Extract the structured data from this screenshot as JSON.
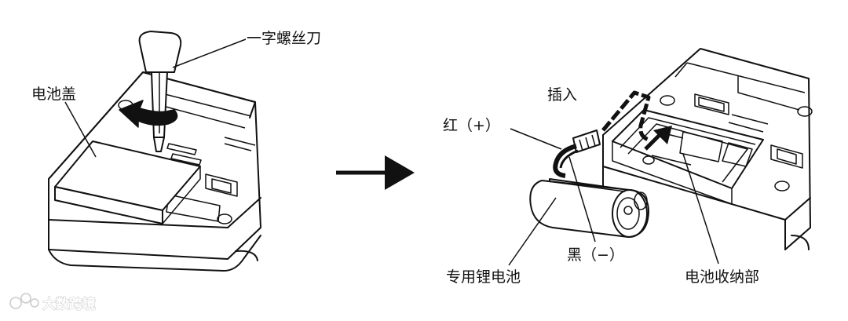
{
  "labels": {
    "screwdriver": "一字螺丝刀",
    "battery_cover": "电池盖",
    "insert": "插入",
    "red_wire": "红（+）",
    "black_wire": "黑（−）",
    "lithium_battery": "专用锂电池",
    "battery_compartment": "电池收纳部"
  },
  "watermark": {
    "text": "大数跨境"
  }
}
